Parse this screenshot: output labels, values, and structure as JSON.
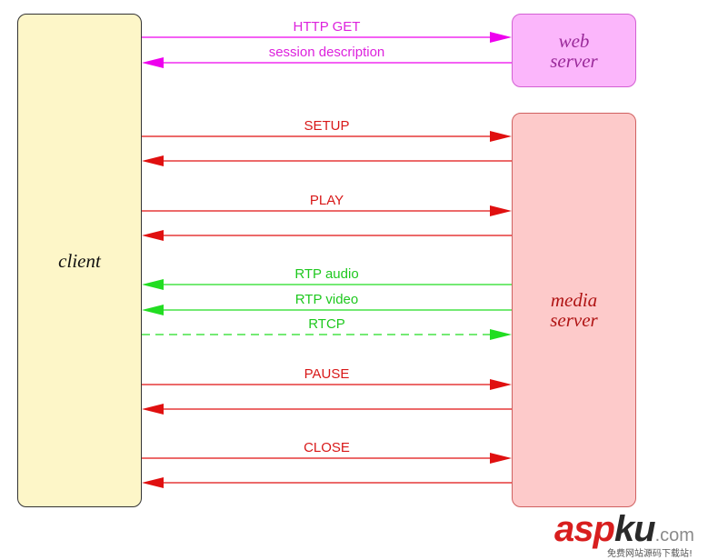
{
  "nodes": {
    "client": "client",
    "web_server": "web\nserver",
    "media_server": "media\nserver"
  },
  "messages": [
    {
      "label": "HTTP GET",
      "dir": "right",
      "color": "#ee00ee",
      "dashed": false
    },
    {
      "label": "session description",
      "dir": "left",
      "color": "#ee00ee",
      "dashed": false
    },
    {
      "label": "SETUP",
      "dir": "right",
      "color": "#e01010",
      "dashed": false
    },
    {
      "label": "",
      "dir": "left",
      "color": "#e01010",
      "dashed": false
    },
    {
      "label": "PLAY",
      "dir": "right",
      "color": "#e01010",
      "dashed": false
    },
    {
      "label": "",
      "dir": "left",
      "color": "#e01010",
      "dashed": false
    },
    {
      "label": "RTP audio",
      "dir": "left",
      "color": "#22dd22",
      "dashed": false
    },
    {
      "label": "RTP video",
      "dir": "left",
      "color": "#22dd22",
      "dashed": false
    },
    {
      "label": "RTCP",
      "dir": "right",
      "color": "#22dd22",
      "dashed": true
    },
    {
      "label": "PAUSE",
      "dir": "right",
      "color": "#e01010",
      "dashed": false
    },
    {
      "label": "",
      "dir": "left",
      "color": "#e01010",
      "dashed": false
    },
    {
      "label": "CLOSE",
      "dir": "right",
      "color": "#e01010",
      "dashed": false
    },
    {
      "label": "",
      "dir": "left",
      "color": "#e01010",
      "dashed": false
    }
  ],
  "watermark": {
    "asp": "asp",
    "ku": "ku",
    "com": ".com",
    "sub": "免费网站源码下载站!"
  }
}
